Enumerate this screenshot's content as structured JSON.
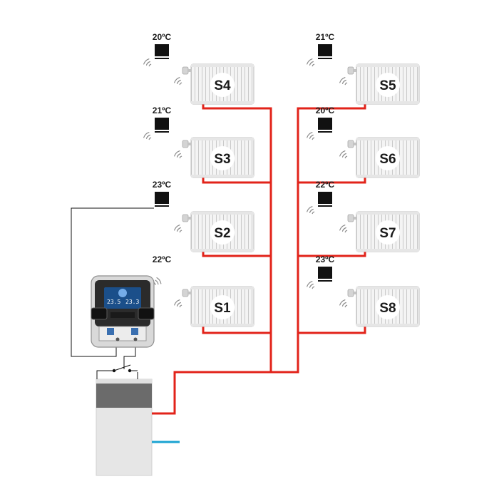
{
  "colors": {
    "hot_pipe": "#e2231a",
    "cold_pipe": "#1aa3d1",
    "radiator": "#f1f1f1",
    "sensor": "#111111",
    "boiler_top": "#6b6b6b",
    "boiler_body": "#e6e6e6",
    "controller_screen": "#1b4f8a"
  },
  "icons": {
    "sensor": "room-thermostat-icon",
    "signal": "wireless-signal-icon",
    "radiator": "radiator-icon",
    "actuator": "thermostatic-head-icon",
    "boiler": "boiler-icon",
    "relay": "relay-switch-icon",
    "controller": "controller-unit-icon"
  },
  "zones": [
    {
      "id": "S1",
      "temperature": "22ºC",
      "wired": false,
      "side": "left"
    },
    {
      "id": "S2",
      "temperature": "23ºC",
      "wired": true,
      "side": "left"
    },
    {
      "id": "S3",
      "temperature": "21ºC",
      "wired": false,
      "side": "left"
    },
    {
      "id": "S4",
      "temperature": "20ºC",
      "wired": false,
      "side": "left"
    },
    {
      "id": "S5",
      "temperature": "21ºC",
      "wired": false,
      "side": "right"
    },
    {
      "id": "S6",
      "temperature": "20ºC",
      "wired": false,
      "side": "right"
    },
    {
      "id": "S7",
      "temperature": "22ºC",
      "wired": false,
      "side": "right"
    },
    {
      "id": "S8",
      "temperature": "23ºC",
      "wired": false,
      "side": "right"
    }
  ],
  "controller": {
    "display_left": "23.5",
    "display_right": "23.3"
  }
}
